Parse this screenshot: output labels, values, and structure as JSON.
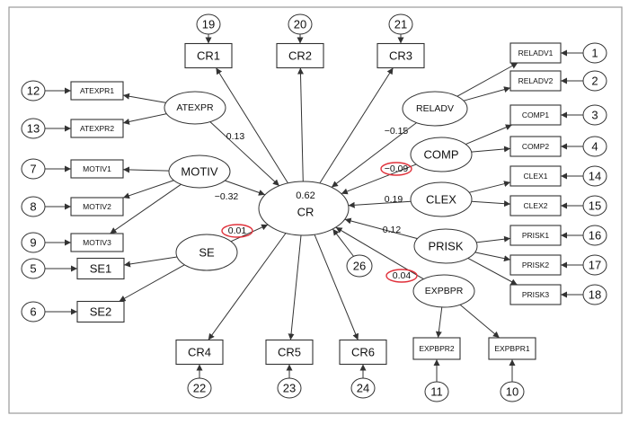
{
  "colors": {
    "line": "#333333",
    "highlight": "#e0303a",
    "background": "#ffffff"
  },
  "central": {
    "label": "CR",
    "r2": "0.62"
  },
  "latents": [
    {
      "id": "ATEXPR",
      "label": "ATEXPR"
    },
    {
      "id": "MOTIV",
      "label": "MOTIV"
    },
    {
      "id": "SE",
      "label": "SE"
    },
    {
      "id": "RELADV",
      "label": "RELADV"
    },
    {
      "id": "COMP",
      "label": "COMP"
    },
    {
      "id": "CLEX",
      "label": "CLEX"
    },
    {
      "id": "PRISK",
      "label": "PRISK"
    },
    {
      "id": "EXPBPR",
      "label": "EXPBPR"
    }
  ],
  "indicators": [
    {
      "id": "CR1",
      "label": "CR1",
      "error": "19"
    },
    {
      "id": "CR2",
      "label": "CR2",
      "error": "20"
    },
    {
      "id": "CR3",
      "label": "CR3",
      "error": "21"
    },
    {
      "id": "CR4",
      "label": "CR4",
      "error": "22"
    },
    {
      "id": "CR5",
      "label": "CR5",
      "error": "23"
    },
    {
      "id": "CR6",
      "label": "CR6",
      "error": "24"
    },
    {
      "id": "ATEXPR1",
      "label": "ATEXPR1",
      "error": "12"
    },
    {
      "id": "ATEXPR2",
      "label": "ATEXPR2",
      "error": "13"
    },
    {
      "id": "MOTIV1",
      "label": "MOTIV1",
      "error": "7"
    },
    {
      "id": "MOTIV2",
      "label": "MOTIV2",
      "error": "8"
    },
    {
      "id": "MOTIV3",
      "label": "MOTIV3",
      "error": "9"
    },
    {
      "id": "SE1",
      "label": "SE1",
      "error": "5"
    },
    {
      "id": "SE2",
      "label": "SE2",
      "error": "6"
    },
    {
      "id": "RELADV1",
      "label": "RELADV1",
      "error": "1"
    },
    {
      "id": "RELADV2",
      "label": "RELADV2",
      "error": "2"
    },
    {
      "id": "COMP1",
      "label": "COMP1",
      "error": "3"
    },
    {
      "id": "COMP2",
      "label": "COMP2",
      "error": "4"
    },
    {
      "id": "CLEX1",
      "label": "CLEX1",
      "error": "14"
    },
    {
      "id": "CLEX2",
      "label": "CLEX2",
      "error": "15"
    },
    {
      "id": "PRISK1",
      "label": "PRISK1",
      "error": "16"
    },
    {
      "id": "PRISK2",
      "label": "PRISK2",
      "error": "17"
    },
    {
      "id": "PRISK3",
      "label": "PRISK3",
      "error": "18"
    },
    {
      "id": "EXPBPR2",
      "label": "EXPBPR2",
      "error": "11"
    },
    {
      "id": "EXPBPR1",
      "label": "EXPBPR1",
      "error": "10"
    }
  ],
  "disturbance": "26",
  "paths": [
    {
      "from": "ATEXPR",
      "to": "CR",
      "coef": "0.13",
      "highlight": false
    },
    {
      "from": "MOTIV",
      "to": "CR",
      "coef": "−0.32",
      "highlight": false
    },
    {
      "from": "SE",
      "to": "CR",
      "coef": "0.01",
      "highlight": true
    },
    {
      "from": "RELADV",
      "to": "CR",
      "coef": "−0.15",
      "highlight": false
    },
    {
      "from": "COMP",
      "to": "CR",
      "coef": "−0.09",
      "highlight": true
    },
    {
      "from": "CLEX",
      "to": "CR",
      "coef": "0.19",
      "highlight": false
    },
    {
      "from": "PRISK",
      "to": "CR",
      "coef": "0.12",
      "highlight": false
    },
    {
      "from": "EXPBPR",
      "to": "CR",
      "coef": "0.04",
      "highlight": true
    }
  ]
}
